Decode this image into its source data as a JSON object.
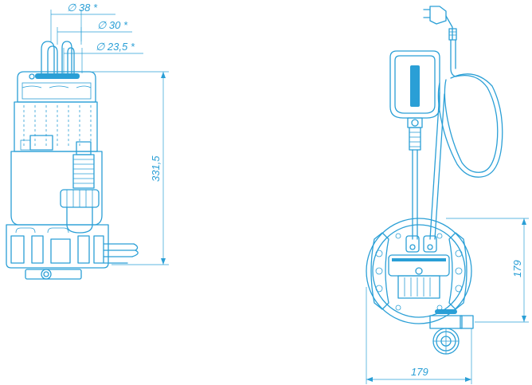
{
  "dimensions": {
    "dia_38": "∅ 38 *",
    "dia_30": "∅ 30 *",
    "dia_23_5": "∅ 23,5 *",
    "height_331_5": "331,5",
    "height_179": "179",
    "width_179": "179"
  },
  "colors": {
    "line": "#2a9fd6",
    "background": "#ffffff"
  },
  "icons": [
    "pump-side-view",
    "pump-top-view",
    "float-switch-icon",
    "power-plug-icon"
  ]
}
